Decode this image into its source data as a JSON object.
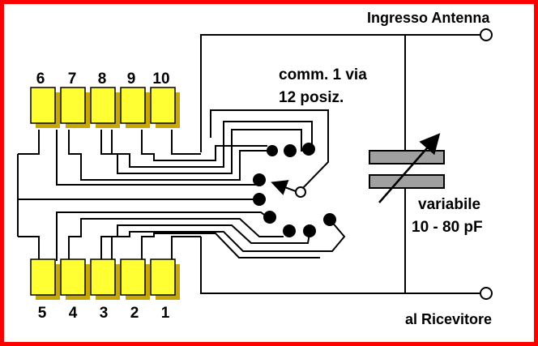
{
  "labels": {
    "antenna_in": "Ingresso Antenna",
    "receiver_out": "al Ricevitore",
    "switch_line1": "comm. 1 via",
    "switch_line2": "12 posiz.",
    "cap_line1": "variabile",
    "cap_line2": "10 - 80 pF"
  },
  "top_caps": [
    "6",
    "7",
    "8",
    "9",
    "10"
  ],
  "bottom_caps": [
    "5",
    "4",
    "3",
    "2",
    "1"
  ],
  "colors": {
    "background": "#ffff00",
    "frame": "#ff0000",
    "panel": "#ffffff",
    "capacitor_body": "#ffff33",
    "capacitor_shadow": "#c8a800",
    "variable_cap_plate": "#a0a0a0",
    "wire": "#000000"
  }
}
